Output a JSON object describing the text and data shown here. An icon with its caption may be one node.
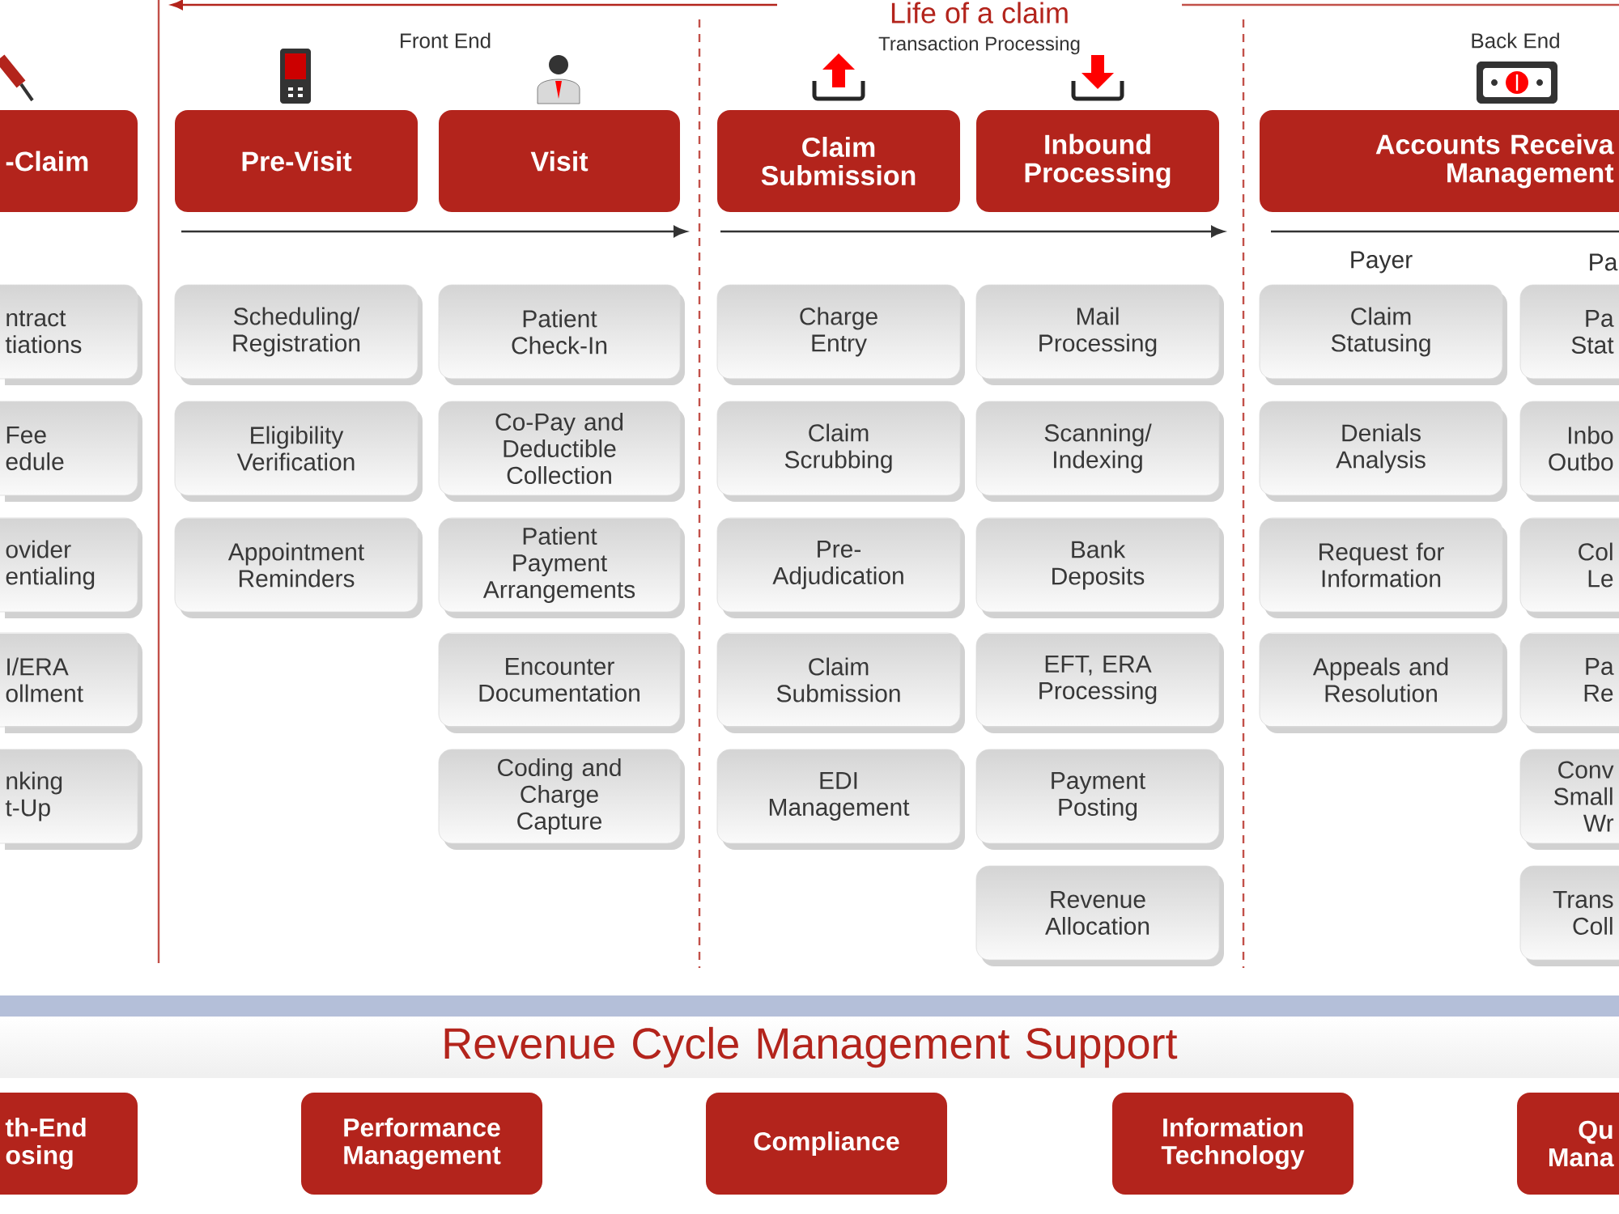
{
  "diagram": {
    "title": "Life of a claim",
    "nodes": [
      {
        "text": [
          "-Claim"
        ]
      },
      {
        "text": [
          "Pre-Visit"
        ]
      },
      {
        "text": [
          "Visit"
        ]
      },
      {
        "text": [
          "Claim Submission"
        ]
      },
      {
        "text": [
          "Inbound Processing"
        ]
      },
      {
        "text": [
          "Accounts Receiva Management"
        ]
      },
      {
        "text": [
          "ntract tiations"
        ]
      },
      {
        "text": [
          "Fee edule"
        ]
      },
      {
        "text": [
          "ovider entialing"
        ]
      },
      {
        "text": [
          "I/ERA ollment"
        ]
      },
      {
        "text": [
          "nking t-Up"
        ]
      },
      {
        "text": [
          "Scheduling/ Registration"
        ]
      },
      {
        "text": [
          "Eligibility Verification"
        ]
      },
      {
        "text": [
          "Appointment Reminders"
        ]
      },
      {
        "text": [
          "Patient Check-In"
        ]
      },
      {
        "text": [
          "Co-Pay and Deductible Collection"
        ]
      },
      {
        "text": [
          "Patient Payment Arrangements"
        ]
      },
      {
        "text": [
          "Encounter Documentation"
        ]
      },
      {
        "text": [
          "Coding and Charge Capture"
        ]
      },
      {
        "text": [
          "Charge Entry"
        ]
      },
      {
        "text": [
          "Claim Scrubbing"
        ]
      },
      {
        "text": [
          "Pre- Adjudication"
        ]
      },
      {
        "text": [
          "Claim Submission"
        ]
      },
      {
        "text": [
          "EDI Management"
        ]
      },
      {
        "text": [
          "Mail Processing"
        ]
      },
      {
        "text": [
          "Scanning/ Indexing"
        ]
      },
      {
        "text": [
          "Bank Deposits"
        ]
      },
      {
        "text": [
          "EFT, ERA Processing"
        ]
      },
      {
        "text": [
          "Payment Posting"
        ]
      },
      {
        "text": [
          "Revenue Allocation"
        ]
      },
      {
        "text": [
          "Claim Statusing"
        ]
      },
      {
        "text": [
          "Denials Analysis"
        ]
      },
      {
        "text": [
          "Request for Information"
        ]
      },
      {
        "text": [
          "Appeals and Resolution"
        ]
      },
      {
        "text": [
          "Pa Stat"
        ]
      },
      {
        "text": [
          "Inbo Outbo"
        ]
      },
      {
        "text": [
          "Col Le"
        ]
      },
      {
        "text": [
          "Pa Re"
        ]
      },
      {
        "text": [
          "Conv Small Wr"
        ]
      },
      {
        "text": [
          "Trans Coll"
        ]
      },
      {
        "text": [
          "Revenue Cycle Management Support"
        ]
      },
      {
        "text": [
          "th-End osing"
        ]
      },
      {
        "text": [
          "Performance Management"
        ]
      },
      {
        "text": [
          "Compliance"
        ]
      },
      {
        "text": [
          "Information Technology"
        ]
      },
      {
        "text": [
          "Qu Mana"
        ]
      }
    ],
    "labels": [
      "Front End",
      "Transaction Processing",
      "Back End",
      "Payer",
      "Pa"
    ]
  }
}
